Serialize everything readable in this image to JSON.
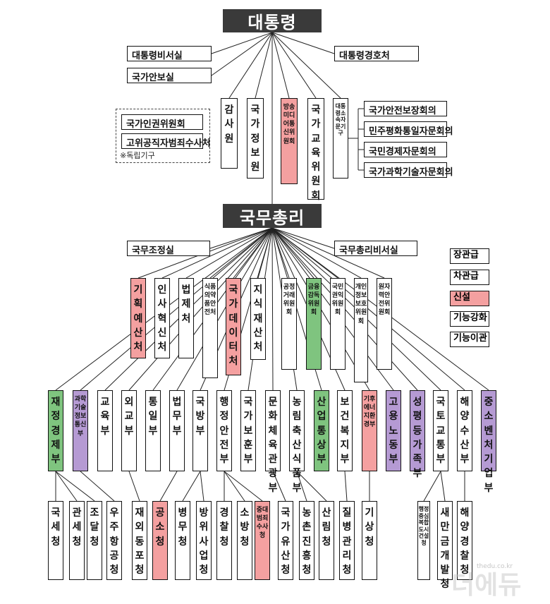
{
  "colors": {
    "new": "#f4a0a0",
    "strong": "#7fc47f",
    "move": "#b59ad3",
    "head_bg": "#3a3a3a"
  },
  "president": "대통령",
  "pres_side": [
    "대통령비서실",
    "국가안보실",
    "대통령경호처"
  ],
  "independent": {
    "items": [
      "국가인권위원회",
      "고위공직자범죄수사처"
    ],
    "note": "※독립기구"
  },
  "pres_orgs": [
    "감사원",
    "국가정보원",
    "방송미디어통신위원회",
    "국가교육위원회",
    "대통령소속자문기구"
  ],
  "advisory": [
    "국가안전보장회의",
    "민주평화통일자문회의",
    "국민경제자문회의",
    "국가과학기술자문회의"
  ],
  "pm": "국무총리",
  "pm_side": [
    "국무조정실",
    "국무총리비서실"
  ],
  "pm_orgs": [
    "기획예산처",
    "인사혁신처",
    "법제처",
    "식품의약품안전처",
    "국가데이터처",
    "지식재산처",
    "공정거래위원회",
    "금융감독위원회",
    "국민권익위원회",
    "개인정보보호위원회",
    "원자력안전위원회"
  ],
  "ministries": [
    "재정경제부",
    "과학기술정보통신부",
    "교육부",
    "외교부",
    "통일부",
    "법무부",
    "국방부",
    "행정안전부",
    "국가보훈부",
    "문화체육관광부",
    "농림축산식품부",
    "산업통상부",
    "보건복지부",
    "기후에너지환경부",
    "고용노동부",
    "성평등가족부",
    "국토교통부",
    "해양수산부",
    "중소벤처기업부"
  ],
  "agencies": [
    "국세청",
    "관세청",
    "조달청",
    "우주항공청",
    "재외동포청",
    "공소청",
    "병무청",
    "방위사업청",
    "경찰청",
    "소방청",
    "중대범죄수사청",
    "국가유산청",
    "농촌진흥청",
    "산림청",
    "질병관리청",
    "기상청",
    "행정중심복합도시건설청",
    "새만금개발청",
    "해양경찰청"
  ],
  "legend": [
    "장관급",
    "차관급",
    "신설",
    "기능강화",
    "기능이관"
  ],
  "watermark": "더에듀"
}
